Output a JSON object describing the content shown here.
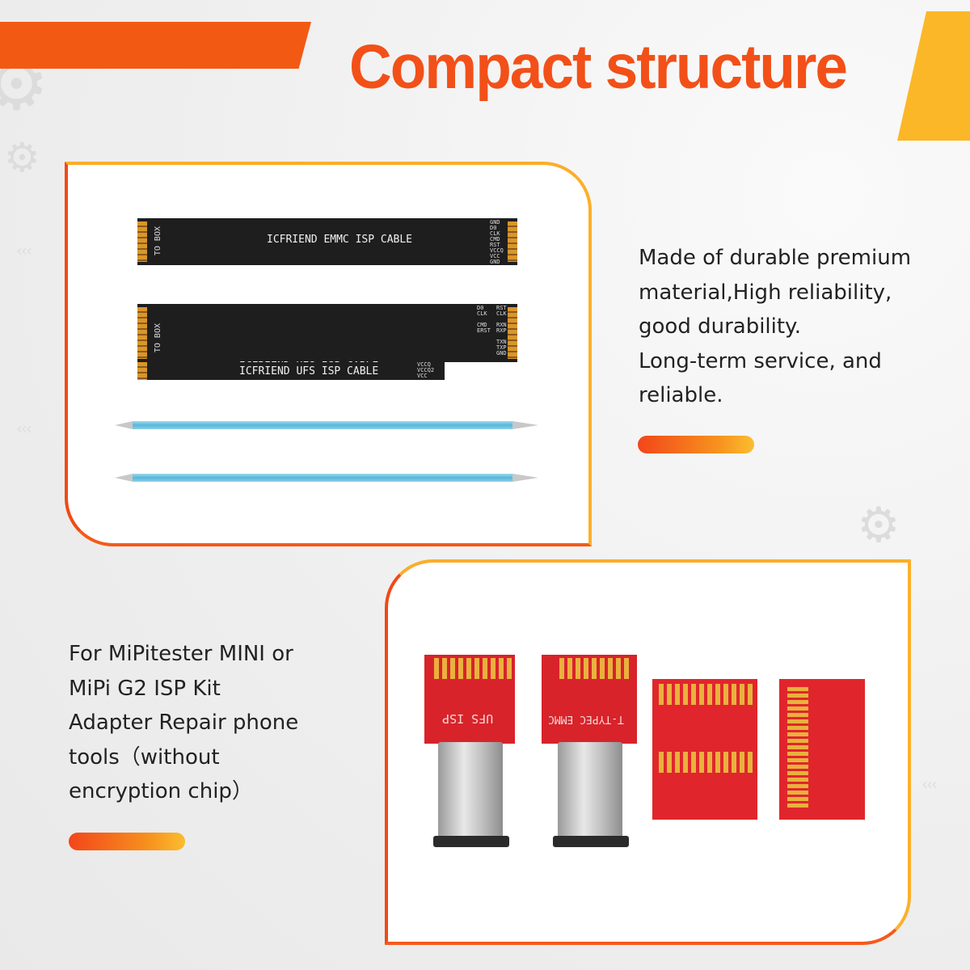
{
  "title": "Compact structure",
  "colors": {
    "accent_orange": "#f25018",
    "accent_yellow": "#fbb727",
    "text": "#222222"
  },
  "section1": {
    "description_lines": [
      "Made of durable premium",
      "material,High reliability,",
      "good durability.",
      "Long-term service, and",
      "reliable."
    ],
    "cables": {
      "emmc_label": "ICFRIEND EMMC ISP CABLE",
      "ufs_label": "ICFRIEND UFS ISP CABLE",
      "to_box": "TO BOX",
      "emmc_pins": "GND\nD0\nCLK\nCMD\nRST\nVCCQ\nVCC\nGND",
      "ufs_pins_a": "D0\nCLK\n\nCMD\nERST",
      "ufs_pins_b": "RST\nCLK\n\nRXN\nRXP\n\nTXN\nTXP\nGND",
      "ufs_vcc": "VCCQ\nVCCQ2\nVCC"
    }
  },
  "section2": {
    "description_lines": [
      "For MiPitester MINI or",
      "MiPi G2 ISP Kit",
      "Adapter Repair phone",
      "tools（without",
      "encryption chip）"
    ],
    "boards": {
      "ufs_isp": "UFS ISP",
      "typec_emmc": "T-TYPEC EMMC"
    }
  }
}
